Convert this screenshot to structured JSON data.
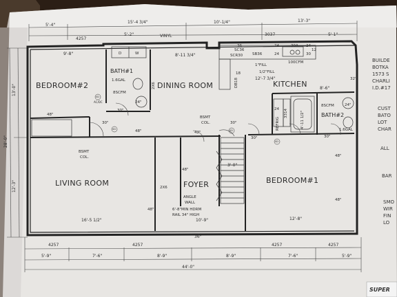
{
  "plan": {
    "rooms": {
      "bedroom2": "BEDROOM#2",
      "dining": "DINING ROOM",
      "kitchen": "KITCHEN",
      "living": "LIVING ROOM",
      "foyer": "FOYER",
      "bedroom1": "BEDROOM#1",
      "bath1": "BATH#1",
      "bath2": "BATH#2"
    },
    "top_dims": [
      "5'-4\"",
      "15'-4 3/4\"",
      "10'-1/4\"",
      "13'-3\""
    ],
    "top_dims2": [
      "4257",
      "5'-2\"",
      "VINYL",
      "3037",
      "5'-1\""
    ],
    "bottom_dims1": [
      "4257",
      "4257",
      "36\"",
      "4257",
      "4257"
    ],
    "bottom_dims2": [
      "5'-9\"",
      "7'-6\"",
      "8'-9\"",
      "8'-9\"",
      "7'-6\"",
      "5'-9\""
    ],
    "overall_width": "44'-0\"",
    "left_dims": [
      "13'-0\"",
      "28'-0\"",
      "12'-3\""
    ],
    "inner_dims": {
      "bed2_w": "9'-8\"",
      "dining_w": "8'-11 3/4\"",
      "kitchen_w": "12'-7 3/4\"",
      "bed1_top": "8'-6\"",
      "living_w": "16'-5 1/2\"",
      "bed1_w": "12'-8\"",
      "foyer_w": "10'-9\"",
      "stair_w": "3'-0\""
    },
    "notes": {
      "dw_d": "D",
      "dw_w": "W",
      "bath1_gal": "1.6GAL",
      "bath1_fan": "8SCFM",
      "bath2_fan": "8SCFM",
      "bath2_gal": "1.6GAL",
      "bsmt_col1": "BSMT",
      "bsmt_col1b": "COL.",
      "bsmt_col2": "BSMT",
      "bsmt_col2b": "COL.",
      "angle_wall1": "ANGLE",
      "angle_wall2": "WALL",
      "hdrm1": "6'-8\"MIN HDRM",
      "hdrm2": "RAIL 34\" HIGH",
      "fill1": "1\"FILL",
      "fill2": "1/2\"FILL",
      "scr30": "SCR30",
      "sc36": "SC36",
      "sb36": "SB36",
      "dbi8": "DB18",
      "r36": "36",
      "r24a": "24",
      "r24b": "24",
      "r24c": "24",
      "r30": "30",
      "r12": "12",
      "r18": "18",
      "r30a": "30A",
      "cfm100": "100CFM",
      "refrig": "REFRIG",
      "cab24": "24",
      "tub": "4'-11 1/2\"",
      "tub2": "3314",
      "x26": "2X6",
      "x26b": "2X6",
      "d30": "30\"",
      "d30b": "30\"",
      "d30c": "30\"",
      "d30d": "30\"",
      "d30e": "30\"",
      "d48a": "48\"",
      "d48b": "48\"",
      "d48c": "48\"",
      "d48d": "48\"",
      "d48e": "48\"",
      "d48f": "48\"",
      "d42": "42\"",
      "d32": "32\"",
      "d24": "24\"",
      "d24b": "24\"",
      "sd1": "SD",
      "sd2": "SD",
      "sd3": "SD",
      "sd4": "SD",
      "acdc": "AC/DC"
    },
    "title_block": [
      "BUILDE",
      "BOTKA",
      "1573 S",
      "CHARLI",
      "I.D.#17",
      "CUST",
      "BATO",
      "LOT",
      "CHAR",
      "ALL",
      "BAR",
      "SMO",
      "WIR",
      "FIN",
      "LO"
    ],
    "brand": "SUPER"
  }
}
